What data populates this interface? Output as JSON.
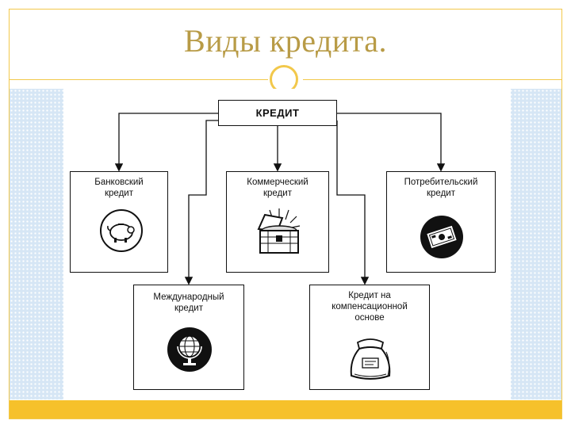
{
  "slide": {
    "title": "Виды кредита."
  },
  "diagram": {
    "root": "КРЕДИТ",
    "nodes": {
      "bank": "Банковский кредит",
      "commercial": "Коммерческий кредит",
      "consumer": "Потребительский кредит",
      "international": "Международный кредит",
      "compensation": "Кредит на компенсационной основе"
    },
    "icons": {
      "bank": "piggy-bank-icon",
      "commercial": "treasure-chest-icon",
      "consumer": "banknote-icon",
      "international": "globe-icon",
      "compensation": "sack-icon"
    }
  },
  "colors": {
    "accent": "#f6c12b",
    "title": "#b89b46",
    "pattern": "#d6e6f5"
  }
}
